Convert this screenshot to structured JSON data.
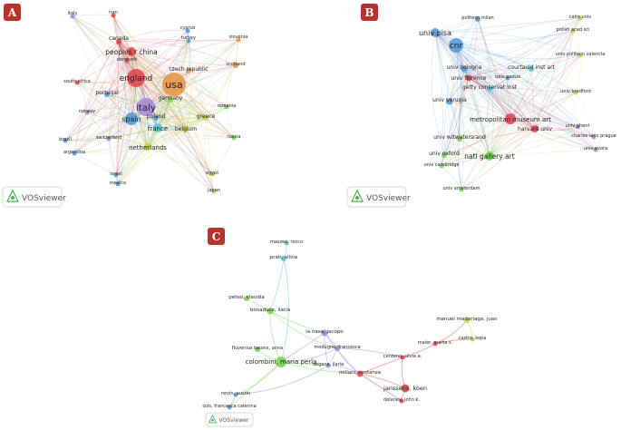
{
  "panels": [
    {
      "id": "A",
      "badge": "A",
      "logo_text": "VOSviewer",
      "nodes": [
        {
          "label": "italy",
          "cluster": "purple"
        },
        {
          "label": "iran",
          "cluster": "red"
        },
        {
          "label": "cyprus",
          "cluster": "blue"
        },
        {
          "label": "canada",
          "cluster": "red"
        },
        {
          "label": "turkey",
          "cluster": "blue"
        },
        {
          "label": "slovenia",
          "cluster": "orange"
        },
        {
          "label": "peoples r china",
          "cluster": "red"
        },
        {
          "label": "denmark",
          "cluster": "red"
        },
        {
          "label": "scotland",
          "cluster": "orange"
        },
        {
          "label": "czech republic",
          "cluster": "orange"
        },
        {
          "label": "england",
          "cluster": "red"
        },
        {
          "label": "usa",
          "cluster": "orange"
        },
        {
          "label": "south africa",
          "cluster": "red"
        },
        {
          "label": "portugal",
          "cluster": "blue"
        },
        {
          "label": "germany",
          "cluster": "green"
        },
        {
          "label": "romania",
          "cluster": "green"
        },
        {
          "label": "italy",
          "cluster": "purple"
        },
        {
          "label": "norway",
          "cluster": "purple"
        },
        {
          "label": "spain",
          "cluster": "blue"
        },
        {
          "label": "poland",
          "cluster": "blue"
        },
        {
          "label": "greece",
          "cluster": "yellow"
        },
        {
          "label": "france",
          "cluster": "cyan"
        },
        {
          "label": "belgium",
          "cluster": "yellow"
        },
        {
          "label": "brazil",
          "cluster": "blue"
        },
        {
          "label": "switzerland",
          "cluster": "purple"
        },
        {
          "label": "netherlands",
          "cluster": "yellow"
        },
        {
          "label": "russia",
          "cluster": "green"
        },
        {
          "label": "argentina",
          "cluster": "blue"
        },
        {
          "label": "israel",
          "cluster": "blue"
        },
        {
          "label": "egypt",
          "cluster": "yellow"
        },
        {
          "label": "mexico",
          "cluster": "blue"
        },
        {
          "label": "japan",
          "cluster": "yellow"
        }
      ]
    },
    {
      "id": "B",
      "badge": "B",
      "logo_text": "VOSviewer",
      "nodes": [
        {
          "label": "politecn milan",
          "cluster": "blue"
        },
        {
          "label": "cairo univ",
          "cluster": "yellow"
        },
        {
          "label": "univ pisa",
          "cluster": "blue"
        },
        {
          "label": "cnr",
          "cluster": "blue"
        },
        {
          "label": "polish acad sci",
          "cluster": "yellow"
        },
        {
          "label": "univ politecn valencia",
          "cluster": "yellow"
        },
        {
          "label": "univ bologna",
          "cluster": "blue"
        },
        {
          "label": "courtauld inst art",
          "cluster": "cyan"
        },
        {
          "label": "univ florence",
          "cluster": "red"
        },
        {
          "label": "univ padua",
          "cluster": "blue"
        },
        {
          "label": "getty conservat inst",
          "cluster": "cyan"
        },
        {
          "label": "univ bradford",
          "cluster": "yellow"
        },
        {
          "label": "univ perugia",
          "cluster": "blue"
        },
        {
          "label": "metropolitan museum art",
          "cluster": "red"
        },
        {
          "label": "harvard univ",
          "cluster": "red"
        },
        {
          "label": "univ ghent",
          "cluster": "purple"
        },
        {
          "label": "charles univ prague",
          "cluster": "purple"
        },
        {
          "label": "univ witwatersrand",
          "cluster": "green"
        },
        {
          "label": "univ evora",
          "cluster": "purple"
        },
        {
          "label": "univ oxford",
          "cluster": "green"
        },
        {
          "label": "natl gallery art",
          "cluster": "green"
        },
        {
          "label": "univ cambridge",
          "cluster": "green"
        },
        {
          "label": "univ amsterdam",
          "cluster": "green"
        }
      ]
    },
    {
      "id": "C",
      "badge": "C",
      "logo_text": "VOSviewer",
      "nodes": [
        {
          "label": "mazzeo, rocco",
          "cluster": "cyan"
        },
        {
          "label": "prati, silvia",
          "cluster": "cyan"
        },
        {
          "label": "pelosi, claudia",
          "cluster": "green"
        },
        {
          "label": "bonaduce, ilaria",
          "cluster": "green"
        },
        {
          "label": "la nasa, jacopo",
          "cluster": "purple"
        },
        {
          "label": "manuel madariaga, juan",
          "cluster": "yellow"
        },
        {
          "label": "castro, kepa",
          "cluster": "yellow"
        },
        {
          "label": "fluvenius tasons, anna",
          "cluster": "green"
        },
        {
          "label": "modugno, francesca",
          "cluster": "purple"
        },
        {
          "label": "maier, marta s.",
          "cluster": "red"
        },
        {
          "label": "colombini, maria perla",
          "cluster": "green"
        },
        {
          "label": "centeno, silvia a.",
          "cluster": "red"
        },
        {
          "label": "degano, ilaria",
          "cluster": "purple"
        },
        {
          "label": "miliani, costanza",
          "cluster": "red"
        },
        {
          "label": "janssens, koen",
          "cluster": "red"
        },
        {
          "label": "nevin, austin",
          "cluster": "blue"
        },
        {
          "label": "delaney, john k.",
          "cluster": "red"
        },
        {
          "label": "izzo, francesca caterina",
          "cluster": "blue"
        }
      ]
    }
  ],
  "colors": {
    "badge": "#b5332b",
    "red": "#e2474f",
    "orange": "#e8964a",
    "purple": "#a98ad8",
    "blue": "#5b9bd6",
    "cyan": "#5cc6d8",
    "green": "#7dd35a",
    "yellow": "#c9d34a"
  }
}
